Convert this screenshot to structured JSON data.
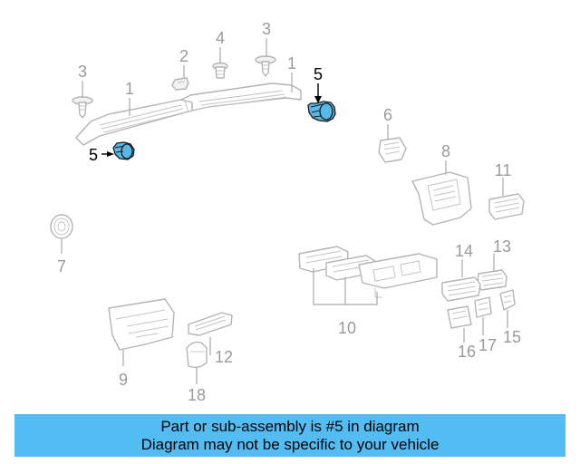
{
  "callouts": {
    "c1a": "1",
    "c1b": "1",
    "c2": "2",
    "c3a": "3",
    "c3b": "3",
    "c4": "4",
    "c5a": "5",
    "c5b": "5",
    "c6": "6",
    "c7": "7",
    "c8": "8",
    "c9": "9",
    "c10": "10",
    "c11": "11",
    "c12": "12",
    "c13": "13",
    "c14": "14",
    "c15": "15",
    "c16": "16",
    "c17": "17",
    "c18": "18"
  },
  "highlight": {
    "part_number": "5",
    "color": "#58b8e8"
  },
  "banner": {
    "line1": "Part or sub-assembly is #5 in diagram",
    "line2": "Diagram may not be specific to your vehicle",
    "background": "#53bdf3"
  }
}
